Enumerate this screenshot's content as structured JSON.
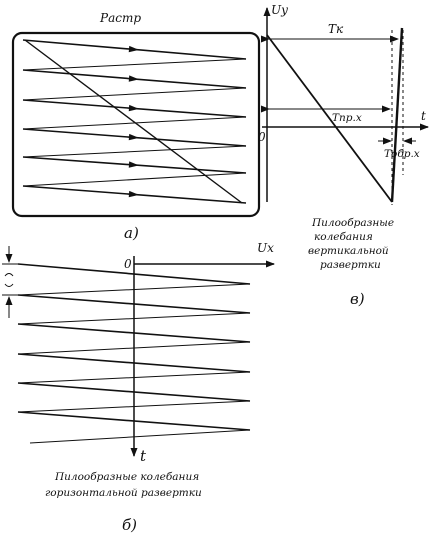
{
  "panel_a": {
    "title": "Растр",
    "label": "а)"
  },
  "panel_b": {
    "label": "б)",
    "origin_label": "0",
    "x_axis_label": "Ux",
    "time_axis_label": "t",
    "caption_line1": "Пилообразные колебания",
    "caption_line2": "горизонтальной развертки"
  },
  "panel_c": {
    "label": "в)",
    "origin_label": "0",
    "y_axis_label": "Uy",
    "time_axis_label": "t",
    "period_label": "Tк",
    "forward_label": "Tпр.x",
    "return_label": "Tобр.x",
    "caption_line1": "Пилообразные",
    "caption_line2": "колебания",
    "caption_line3": "вертикальной",
    "caption_line4": "развертки"
  },
  "colors": {
    "ink": "#111111",
    "paper": "#ffffff"
  }
}
